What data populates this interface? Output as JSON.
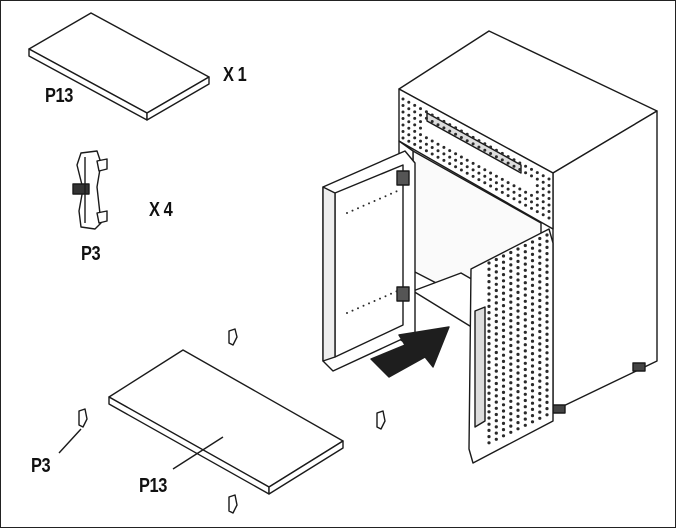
{
  "labels": {
    "top_shelf_part": "P13",
    "top_shelf_qty": "X 1",
    "clip_part": "P3",
    "clip_qty": "X 4",
    "bottom_clip_part": "P3",
    "bottom_shelf_part": "P13"
  },
  "colors": {
    "line": "#1a1a1a",
    "fill": "#ffffff",
    "arrow": "#1e1e1e",
    "grille": "#2a2a2a"
  }
}
